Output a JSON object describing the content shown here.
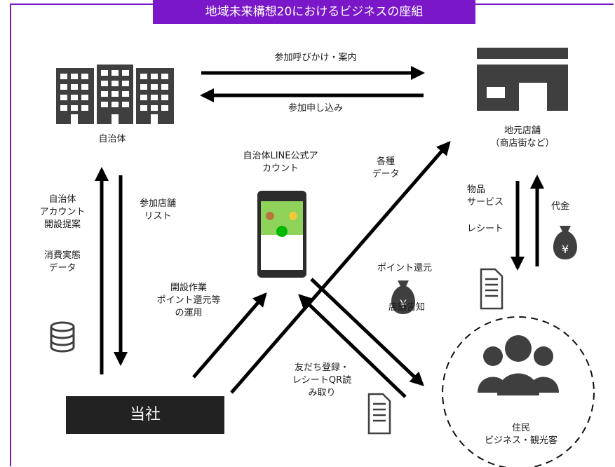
{
  "title": "地域未来構想20におけるビジネスの座組",
  "nodes": {
    "municipality": "自治体",
    "local_store": "地元店舗\n（商店街など）",
    "line_account": "自治体LINE公式ア\nカウント",
    "company": "当社",
    "residents": "住民\nビジネス・観光客"
  },
  "flows": {
    "invite": "参加呼びかけ・案内",
    "apply": "参加申し込み",
    "account_proposal": "自治体\nアカウント\n開設提案",
    "consumption_data": "消費実態\nデータ",
    "store_list": "参加店舗\nリスト",
    "operation": "開設作業\nポイント還元等\nの運用",
    "various_data": "各種\nデータ",
    "goods": "物品\nサービス",
    "receipt": "レシート",
    "payment": "代金",
    "point_return": "ポイント還元",
    "store_notice": "店舗告知",
    "friend_register": "友だち登録・\nレシートQR読\nみ取り"
  },
  "icons": {
    "building": "building-icon",
    "store": "store-icon",
    "database": "database-icon",
    "document": "document-icon",
    "money_bag": "yen-money-bag-icon",
    "people": "people-group-icon",
    "phone": "smartphone-icon"
  },
  "colors": {
    "accent": "#7a17c9",
    "dark": "#222222",
    "icon": "#3f3f3f"
  }
}
